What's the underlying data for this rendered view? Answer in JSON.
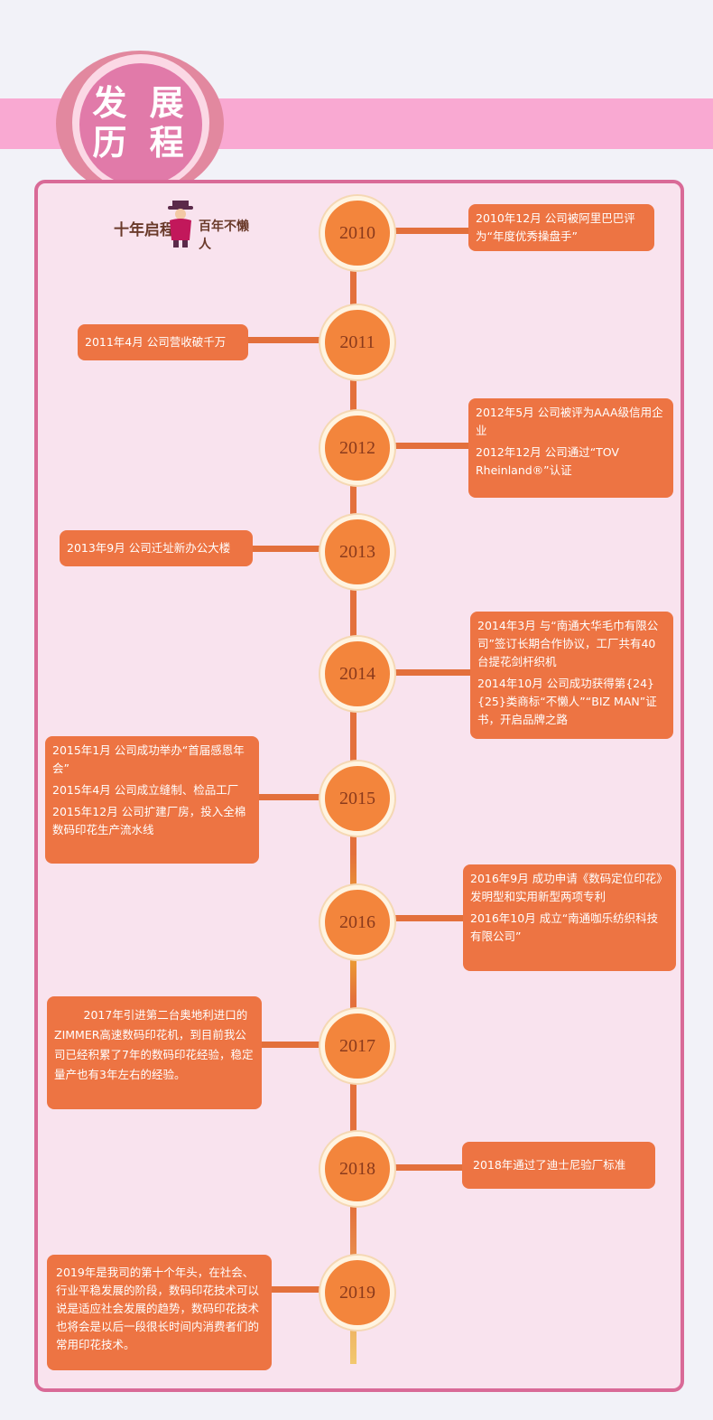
{
  "header": {
    "title_line1": "发 展",
    "title_line2": "历 程"
  },
  "brand": {
    "left": "十年启程",
    "right": "百年不懒人"
  },
  "colors": {
    "banner": "#f9a9d2",
    "panel_border": "#d96a97",
    "node": "#f3853c",
    "box": "#ed7443"
  },
  "timeline": [
    {
      "year": "2010",
      "events": [
        "2010年12月 公司被阿里巴巴评为“年度优秀操盘手”"
      ]
    },
    {
      "year": "2011",
      "events": [
        "2011年4月 公司营收破千万"
      ]
    },
    {
      "year": "2012",
      "events": [
        "2012年5月 公司被评为AAA级信用企业",
        "2012年12月 公司通过“TOV Rheinland®”认证"
      ]
    },
    {
      "year": "2013",
      "events": [
        "2013年9月 公司迁址新办公大楼"
      ]
    },
    {
      "year": "2014",
      "events": [
        "2014年3月 与“南通大华毛巾有限公司”签订长期合作协议，工厂共有40台提花剑杆织机",
        "2014年10月 公司成功获得第{24}{25}类商标“不懒人”“BIZ MAN”证书，开启品牌之路"
      ]
    },
    {
      "year": "2015",
      "events": [
        "2015年1月 公司成功举办“首届感恩年会”",
        "2015年4月 公司成立缝制、检品工厂",
        "2015年12月 公司扩建厂房，投入全棉数码印花生产流水线"
      ]
    },
    {
      "year": "2016",
      "events": [
        "2016年9月 成功申请《数码定位印花》发明型和实用新型两项专利",
        "2016年10月 成立“南通咖乐纺织科技有限公司”"
      ]
    },
    {
      "year": "2017",
      "events": [
        "2017年引进第二台奥地利进口的ZIMMER高速数码印花机，到目前我公司已经积累了7年的数码印花经验，稳定量产也有3年左右的经验。"
      ]
    },
    {
      "year": "2018",
      "events": [
        "2018年通过了迪士尼验厂标准"
      ]
    },
    {
      "year": "2019",
      "events": [
        "2019年是我司的第十个年头，在社会、行业平稳发展的阶段，数码印花技术可以说是适应社会发展的趋势，数码印花技术也将会是以后一段很长时间内消费者们的常用印花技术。"
      ]
    }
  ]
}
